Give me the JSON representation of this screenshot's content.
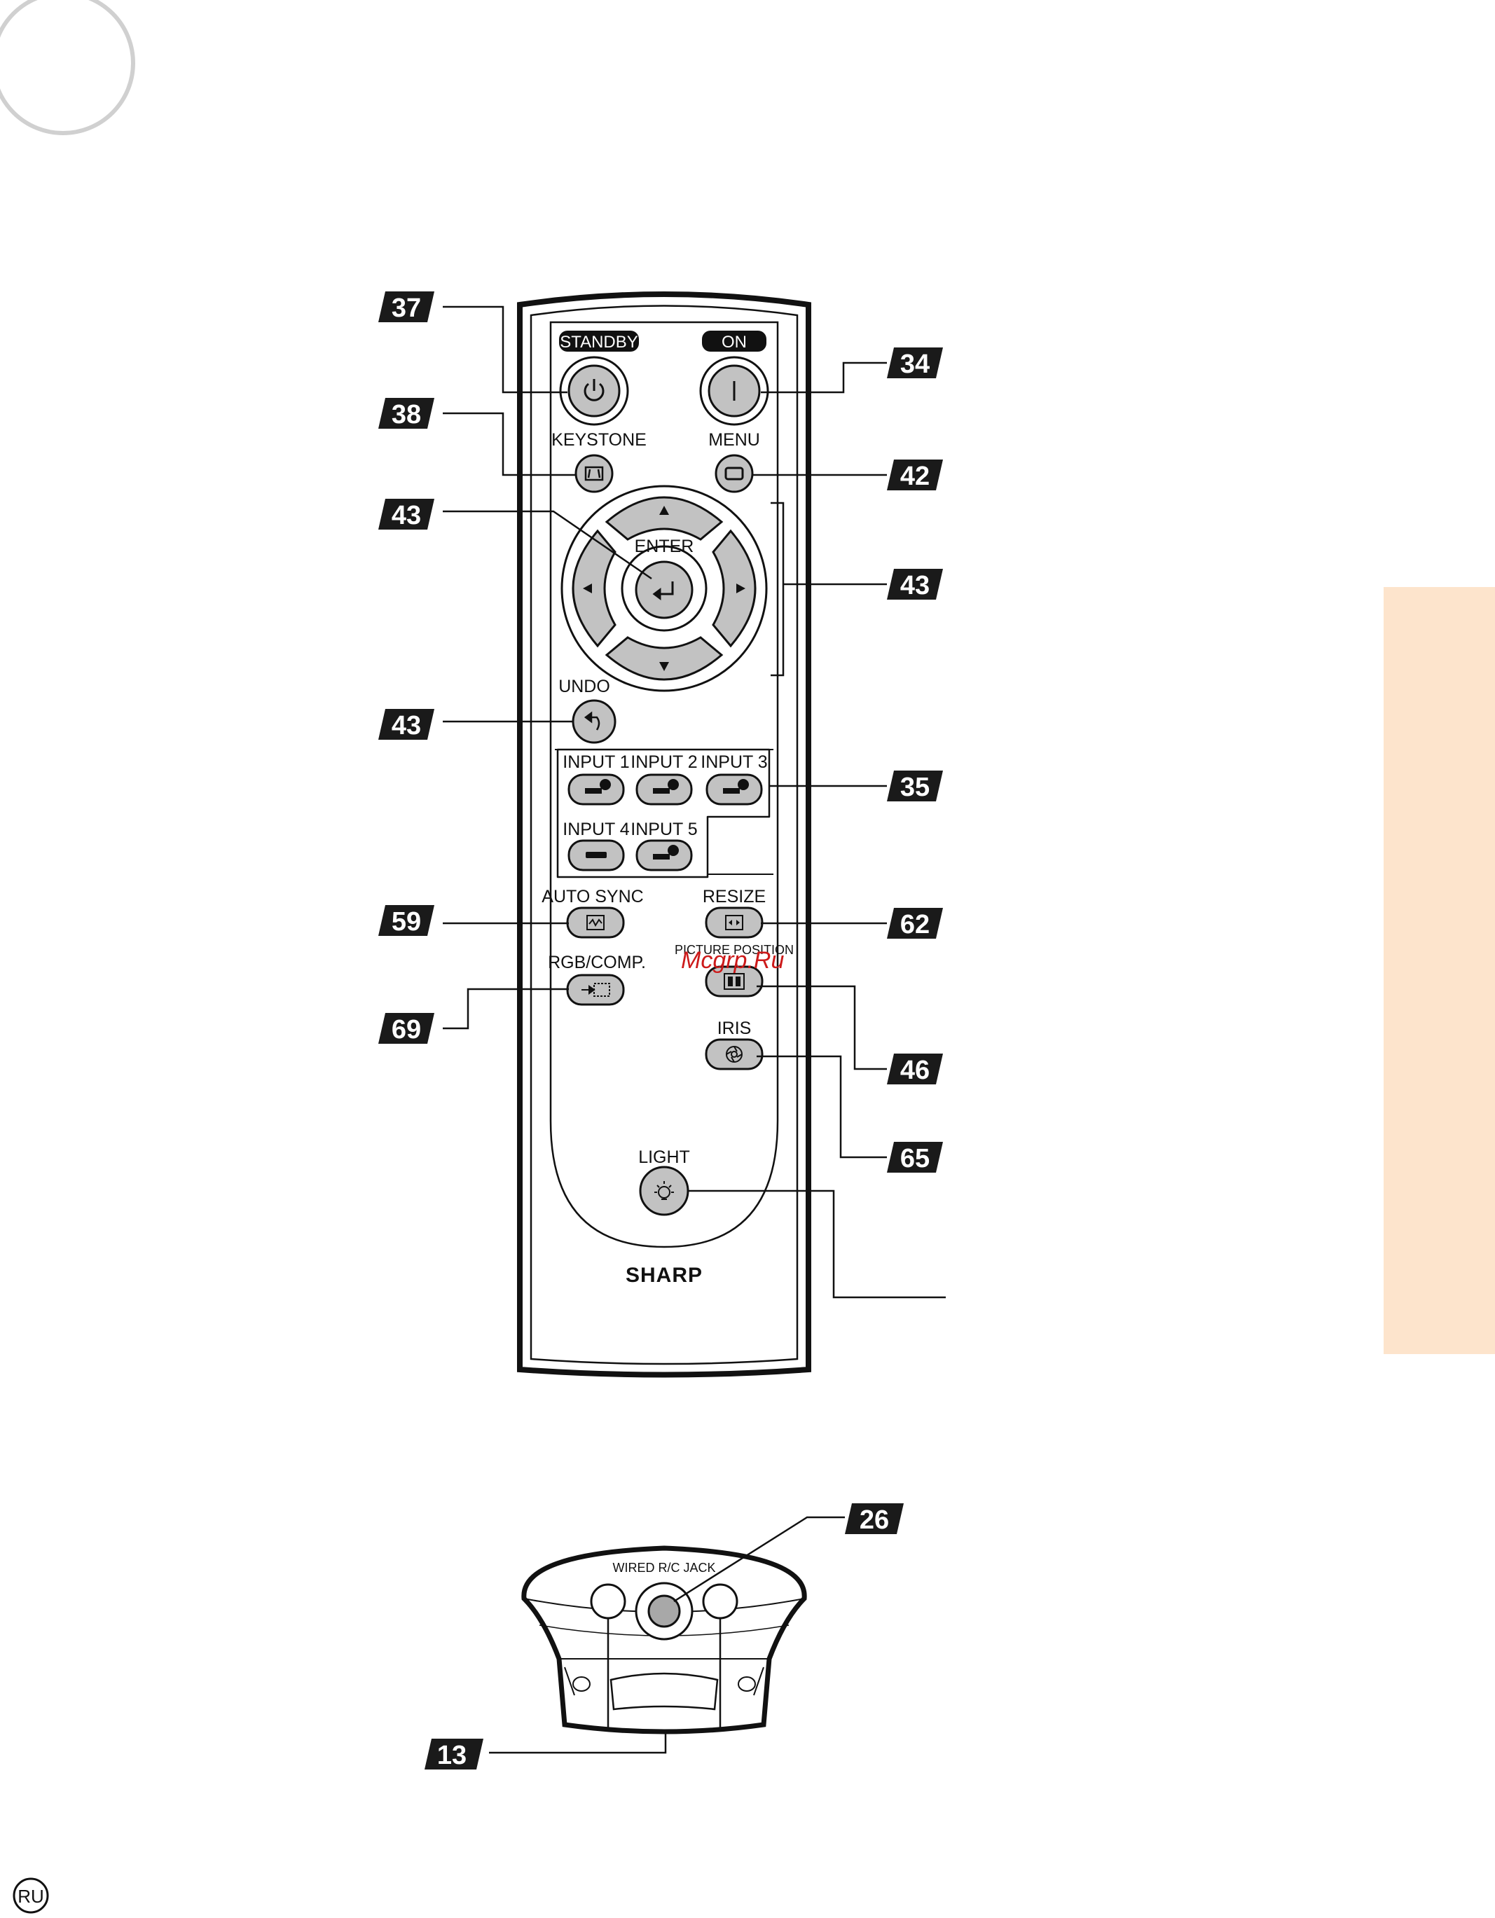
{
  "remote": {
    "brand": "SHARP",
    "buttons": {
      "standby": "STANDBY",
      "on": "ON",
      "keystone": "KEYSTONE",
      "menu": "MENU",
      "enter": "ENTER",
      "undo": "UNDO",
      "input1": "INPUT 1",
      "input2": "INPUT 2",
      "input3": "INPUT 3",
      "input4": "INPUT 4",
      "input5": "INPUT 5",
      "auto_sync": "AUTO SYNC",
      "resize": "RESIZE",
      "rgb_comp": "RGB/COMP.",
      "picture_position": "PICTURE POSITION",
      "iris": "IRIS",
      "light": "LIGHT"
    }
  },
  "bottom_view": {
    "jack_label": "WIRED R/C JACK"
  },
  "callouts": {
    "standby": "37",
    "on": "34",
    "keystone": "38",
    "menu": "42",
    "enter": "43",
    "arrows": "43",
    "undo": "43",
    "inputs": "35",
    "auto_sync": "59",
    "resize": "62",
    "rgb_comp": "69",
    "picture_position": "46",
    "iris": "65",
    "jack": "26",
    "sensors": "13"
  },
  "language_badge": "RU",
  "watermark": "Mcgrp.Ru",
  "colors": {
    "tab": "#fde4cc",
    "button_gray": "#c2c2c2",
    "callout_bg": "#1a1a1a"
  }
}
